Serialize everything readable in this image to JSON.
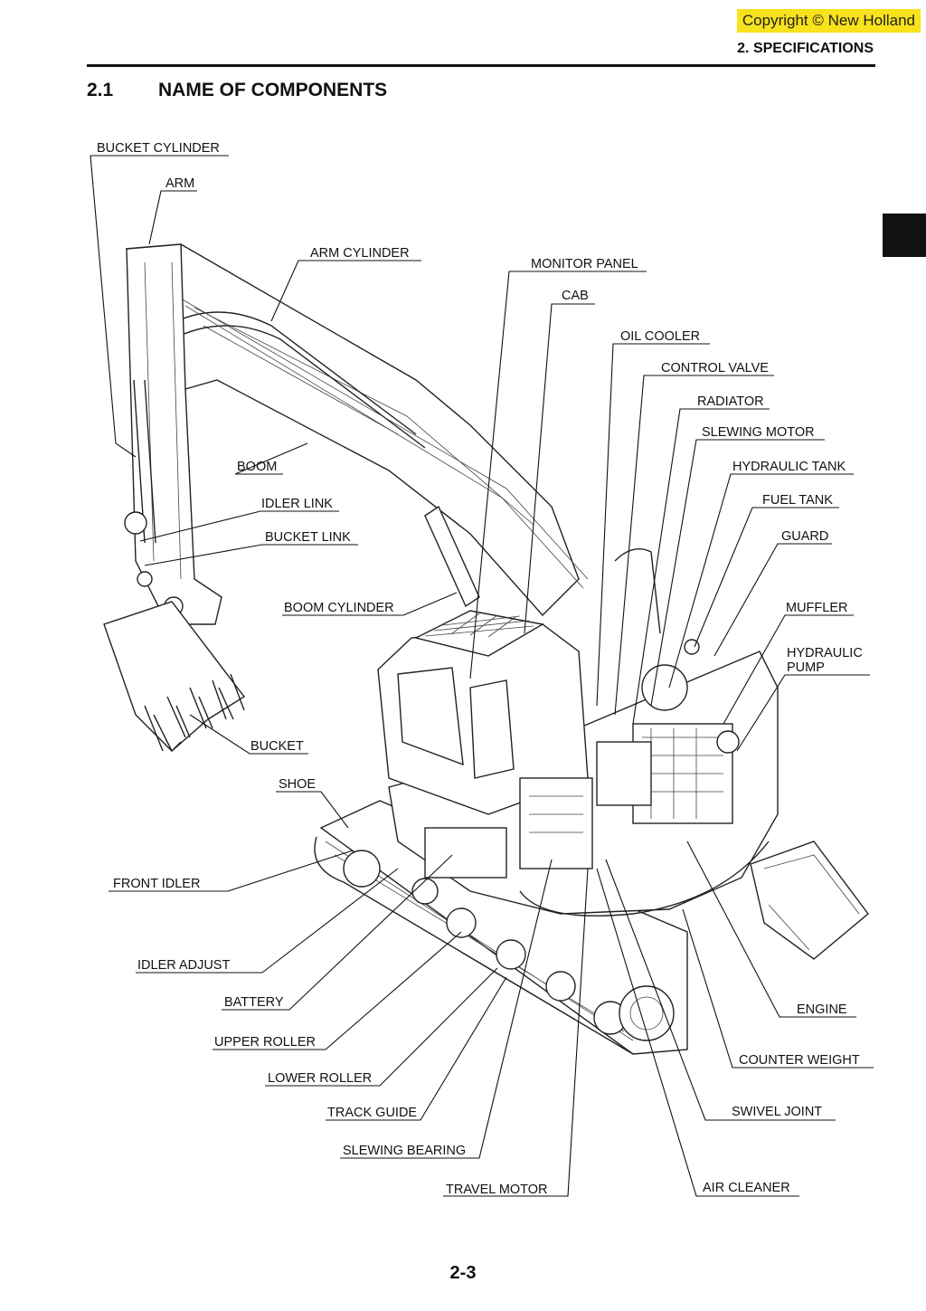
{
  "header": {
    "copyright": "Copyright © New Holland",
    "section": "2. SPECIFICATIONS"
  },
  "heading": {
    "number": "2.1",
    "title": "NAME OF COMPONENTS"
  },
  "labels": {
    "bucket_cylinder": "BUCKET CYLINDER",
    "arm": "ARM",
    "arm_cylinder": "ARM CYLINDER",
    "monitor_panel": "MONITOR PANEL",
    "cab": "CAB",
    "oil_cooler": "OIL COOLER",
    "control_valve": "CONTROL VALVE",
    "radiator": "RADIATOR",
    "slewing_motor": "SLEWING MOTOR",
    "boom": "BOOM",
    "hydraulic_tank": "HYDRAULIC TANK",
    "idler_link": "IDLER LINK",
    "fuel_tank": "FUEL TANK",
    "bucket_link": "BUCKET LINK",
    "guard": "GUARD",
    "boom_cylinder": "BOOM CYLINDER",
    "muffler": "MUFFLER",
    "hydraulic_pump_1": "HYDRAULIC",
    "hydraulic_pump_2": "PUMP",
    "bucket": "BUCKET",
    "shoe": "SHOE",
    "front_idler": "FRONT IDLER",
    "idler_adjust": "IDLER ADJUST",
    "battery": "BATTERY",
    "engine": "ENGINE",
    "upper_roller": "UPPER ROLLER",
    "counter_weight": "COUNTER WEIGHT",
    "lower_roller": "LOWER ROLLER",
    "track_guide": "TRACK GUIDE",
    "swivel_joint": "SWIVEL JOINT",
    "slewing_bearing": "SLEWING BEARING",
    "travel_motor": "TRAVEL MOTOR",
    "air_cleaner": "AIR CLEANER"
  },
  "footer": {
    "page": "2-3"
  }
}
